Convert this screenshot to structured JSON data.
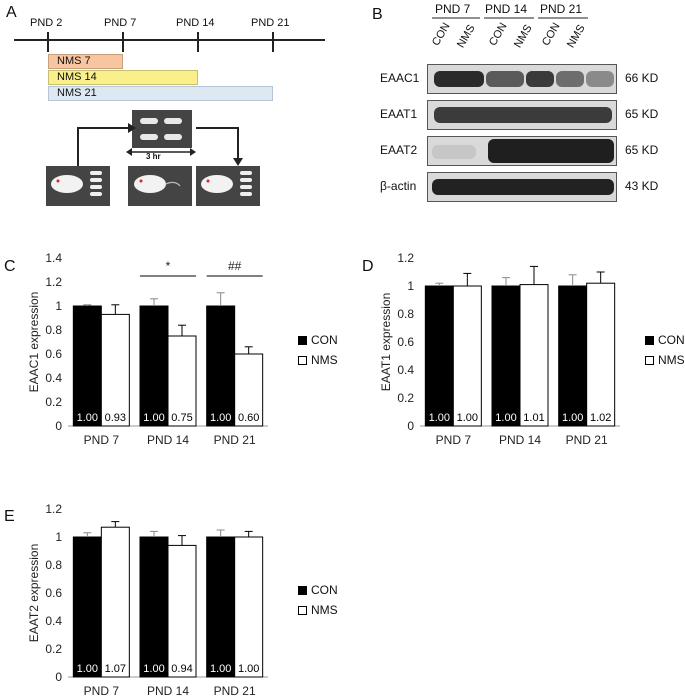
{
  "panels": {
    "A": "A",
    "B": "B",
    "C": "C",
    "D": "D",
    "E": "E"
  },
  "timeline": {
    "ticks": [
      "PND 2",
      "PND 7",
      "PND 14",
      "PND 21"
    ],
    "bars": [
      {
        "label": "NMS  7",
        "color": "#f7c59f"
      },
      {
        "label": "NMS 14",
        "color": "#f9f08c"
      },
      {
        "label": "NMS 21",
        "color": "#dde8f3"
      }
    ],
    "duration": "3 hr"
  },
  "western_blot": {
    "groups": [
      "PND 7",
      "PND 14",
      "PND 21"
    ],
    "lanes": [
      "CON",
      "NMS",
      "CON",
      "NMS",
      "CON",
      "NMS"
    ],
    "proteins": [
      {
        "name": "EAAC1",
        "size": "66 KD"
      },
      {
        "name": "EAAT1",
        "size": "65 KD"
      },
      {
        "name": "EAAT2",
        "size": "65 KD"
      },
      {
        "name": "β-actin",
        "size": "43 KD"
      }
    ]
  },
  "legend": {
    "con": "CON",
    "nms": "NMS"
  },
  "chart_data": [
    {
      "type": "bar",
      "ylabel": "EAAC1 expression",
      "ylim": [
        0,
        1.4
      ],
      "yticks": [
        "0",
        "0.2",
        "0.4",
        "0.6",
        "0.8",
        "1",
        "1.2",
        "1.4"
      ],
      "categories": [
        "PND 7",
        "PND 14",
        "PND 21"
      ],
      "series": [
        {
          "name": "CON",
          "values": [
            1.0,
            1.0,
            1.0
          ],
          "errors": [
            0.01,
            0.06,
            0.11
          ],
          "labels": [
            "1.00",
            "1.00",
            "1.00"
          ]
        },
        {
          "name": "NMS",
          "values": [
            0.93,
            0.75,
            0.6
          ],
          "errors": [
            0.08,
            0.09,
            0.06
          ],
          "labels": [
            "0.93",
            "0.75",
            "0.60"
          ]
        }
      ],
      "annotations": [
        {
          "category": "PND 14",
          "text": "*"
        },
        {
          "category": "PND 21",
          "text": "##"
        }
      ]
    },
    {
      "type": "bar",
      "ylabel": "EAAT1 expression",
      "ylim": [
        0,
        1.2
      ],
      "yticks": [
        "0",
        "0.2",
        "0.4",
        "0.6",
        "0.8",
        "1",
        "1.2"
      ],
      "categories": [
        "PND 7",
        "PND 14",
        "PND 21"
      ],
      "series": [
        {
          "name": "CON",
          "values": [
            1.0,
            1.0,
            1.0
          ],
          "errors": [
            0.02,
            0.06,
            0.08
          ],
          "labels": [
            "1.00",
            "1.00",
            "1.00"
          ]
        },
        {
          "name": "NMS",
          "values": [
            1.0,
            1.01,
            1.02
          ],
          "errors": [
            0.09,
            0.13,
            0.08
          ],
          "labels": [
            "1.00",
            "1.01",
            "1.02"
          ]
        }
      ],
      "annotations": []
    },
    {
      "type": "bar",
      "ylabel": "EAAT2 expression",
      "ylim": [
        0,
        1.2
      ],
      "yticks": [
        "0",
        "0.2",
        "0.4",
        "0.6",
        "0.8",
        "1",
        "1.2"
      ],
      "categories": [
        "PND 7",
        "PND 14",
        "PND 21"
      ],
      "series": [
        {
          "name": "CON",
          "values": [
            1.0,
            1.0,
            1.0
          ],
          "errors": [
            0.03,
            0.04,
            0.05
          ],
          "labels": [
            "1.00",
            "1.00",
            "1.00"
          ]
        },
        {
          "name": "NMS",
          "values": [
            1.07,
            0.94,
            1.0
          ],
          "errors": [
            0.04,
            0.07,
            0.04
          ],
          "labels": [
            "1.07",
            "0.94",
            "1.00"
          ]
        }
      ],
      "annotations": []
    }
  ]
}
